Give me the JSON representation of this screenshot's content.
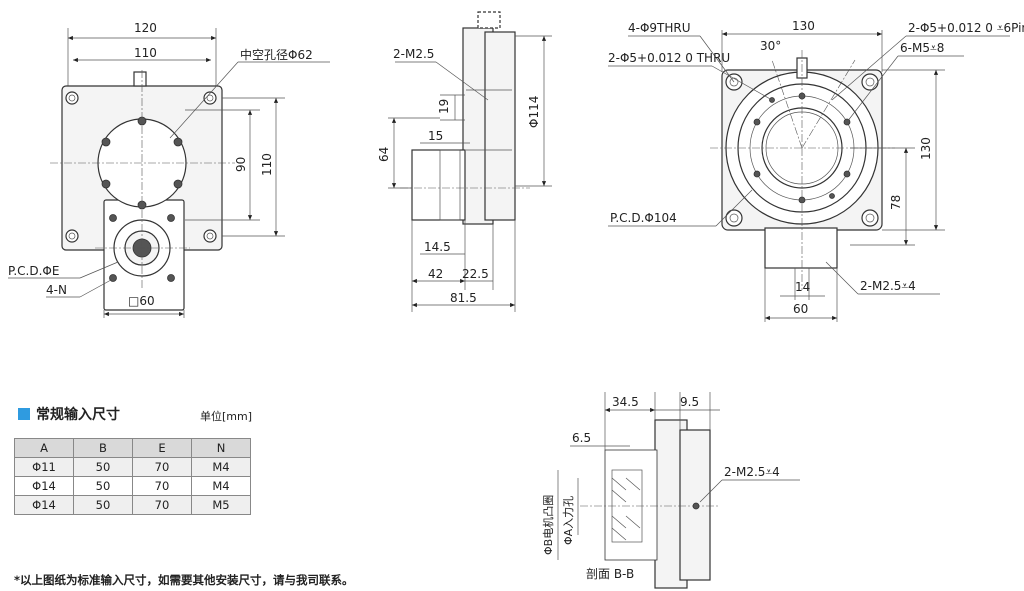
{
  "front_view": {
    "width_outer": "120",
    "width_inner": "110",
    "hollow_label": "中空孔径Φ62",
    "height_90": "90",
    "height_110": "110",
    "pcd_label": "P.C.D.ΦE",
    "bolt_label": "4-N",
    "square_label": "□60"
  },
  "side_view": {
    "thread_label": "2-M2.5",
    "dim_19": "19",
    "dim_15": "15",
    "dim_64": "64",
    "dim_114": "Φ114",
    "dim_14_5": "14.5",
    "dim_42": "42",
    "dim_22_5": "22.5",
    "dim_81_5": "81.5"
  },
  "top_view": {
    "thru_label": "4-Φ9THRU",
    "width_130": "130",
    "pin_label": "2-Φ5+0.012 0 ⩡6Pin",
    "angle_label": "30°",
    "thru_label2": "2-Φ5+0.012 0 THRU",
    "m5_label": "6-M5⩡8",
    "height_130": "130",
    "height_78": "78",
    "pcd_label": "P.C.D.Φ104",
    "thread_label": "2-M2.5⩡4",
    "dim_14": "14",
    "dim_60": "60"
  },
  "section_view": {
    "dim_34_5": "34.5",
    "dim_9_5": "9.5",
    "dim_6_5": "6.5",
    "motor_label": "ΦB电机凸圈",
    "input_label": "ΦA入力孔",
    "thread_label": "2-M2.5⩡4",
    "section_label": "剖面 B-B"
  },
  "table": {
    "title": "常规输入尺寸",
    "unit": "单位[mm]",
    "headers": [
      "A",
      "B",
      "E",
      "N"
    ],
    "rows": [
      [
        "Φ11",
        "50",
        "70",
        "M4"
      ],
      [
        "Φ14",
        "50",
        "70",
        "M4"
      ],
      [
        "Φ14",
        "50",
        "70",
        "M5"
      ]
    ]
  },
  "footnote": "*以上图纸为标准输入尺寸，如需要其他安装尺寸，请与我司联系。"
}
